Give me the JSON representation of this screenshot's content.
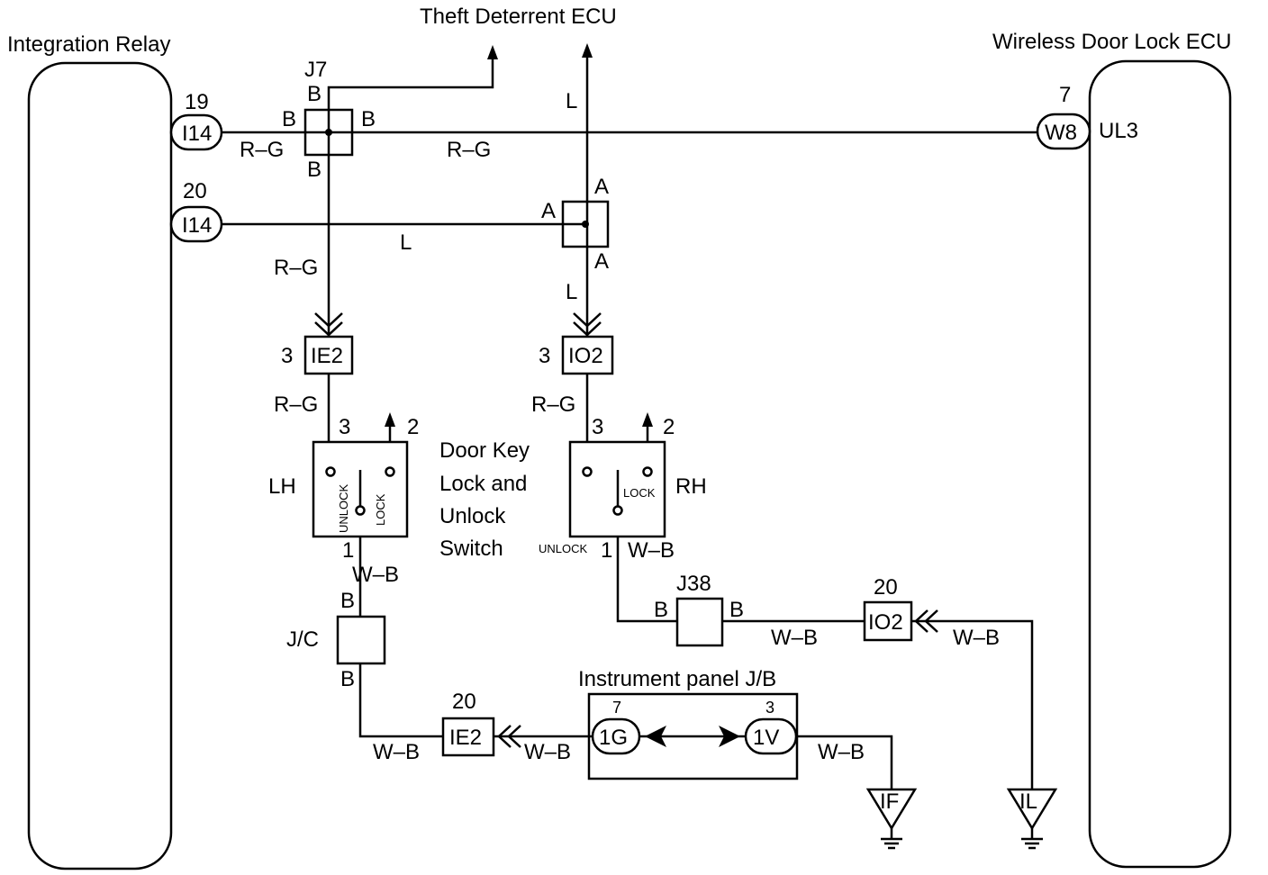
{
  "components": {
    "integration_relay": "Integration Relay",
    "theft_deterrent_ecu": "Theft Deterrent ECU",
    "wireless_door_lock_ecu": "Wireless Door Lock ECU",
    "door_key_switch": [
      "Door Key",
      "Lock and",
      "Unlock",
      "Switch"
    ],
    "instrument_panel_jb": "Instrument panel J/B",
    "jc": "J/C"
  },
  "connectors": {
    "i14": "I14",
    "i14_pin_a": "19",
    "i14_pin_b": "20",
    "w8": "W8",
    "w8_pin": "7",
    "ul3": "UL3",
    "ie2": "IE2",
    "ie2_pin_top": "3",
    "ie2_pin_bottom": "20",
    "io2": "IO2",
    "io2_pin_top": "3",
    "io2_pin_bottom": "20",
    "g1": "1G",
    "g1_pin": "7",
    "v1": "1V",
    "v1_pin": "3"
  },
  "junctions": {
    "j7": "J7",
    "j38": "J38",
    "b": "B",
    "a": "A"
  },
  "wires": {
    "rg": "R–G",
    "l": "L",
    "wb": "W–B"
  },
  "switches": {
    "lh": "LH",
    "rh": "RH",
    "pin_unlock": "3",
    "pin_lock": "2",
    "pin_common": "1",
    "unlock": "UNLOCK",
    "lock": "LOCK"
  },
  "grounds": {
    "if": "IF",
    "il": "IL"
  }
}
